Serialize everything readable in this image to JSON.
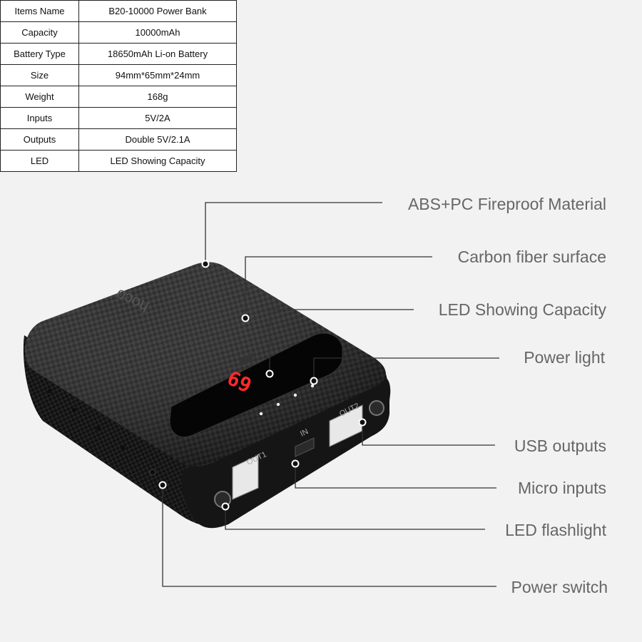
{
  "spec_table": {
    "rows": [
      {
        "label": "Items Name",
        "value": "B20-10000 Power Bank"
      },
      {
        "label": "Capacity",
        "value": "10000mAh"
      },
      {
        "label": "Battery Type",
        "value": "18650mAh Li-on Battery"
      },
      {
        "label": "Size",
        "value": "94mm*65mm*24mm"
      },
      {
        "label": "Weight",
        "value": "168g"
      },
      {
        "label": "Inputs",
        "value": "5V/2A"
      },
      {
        "label": "Outputs",
        "value": "Double 5V/2.1A"
      },
      {
        "label": "LED",
        "value": "LED Showing Capacity"
      }
    ]
  },
  "callouts": [
    {
      "text": "ABS+PC Fireproof Material"
    },
    {
      "text": "Carbon fiber surface"
    },
    {
      "text": "LED Showing Capacity"
    },
    {
      "text": "Power light"
    },
    {
      "text": "USB outputs"
    },
    {
      "text": "Micro inputs"
    },
    {
      "text": "LED flashlight"
    },
    {
      "text": "Power switch"
    }
  ],
  "product": {
    "brand": "hoco",
    "display_value": "69",
    "port_out1": "OUT1",
    "port_out2": "OUT2",
    "port_in": "IN"
  },
  "colors": {
    "background": "#f2f2f2",
    "body": "#1a1a1a",
    "led_display": "#ff2a2a",
    "label_text": "#666666",
    "leader_line": "#333333"
  }
}
